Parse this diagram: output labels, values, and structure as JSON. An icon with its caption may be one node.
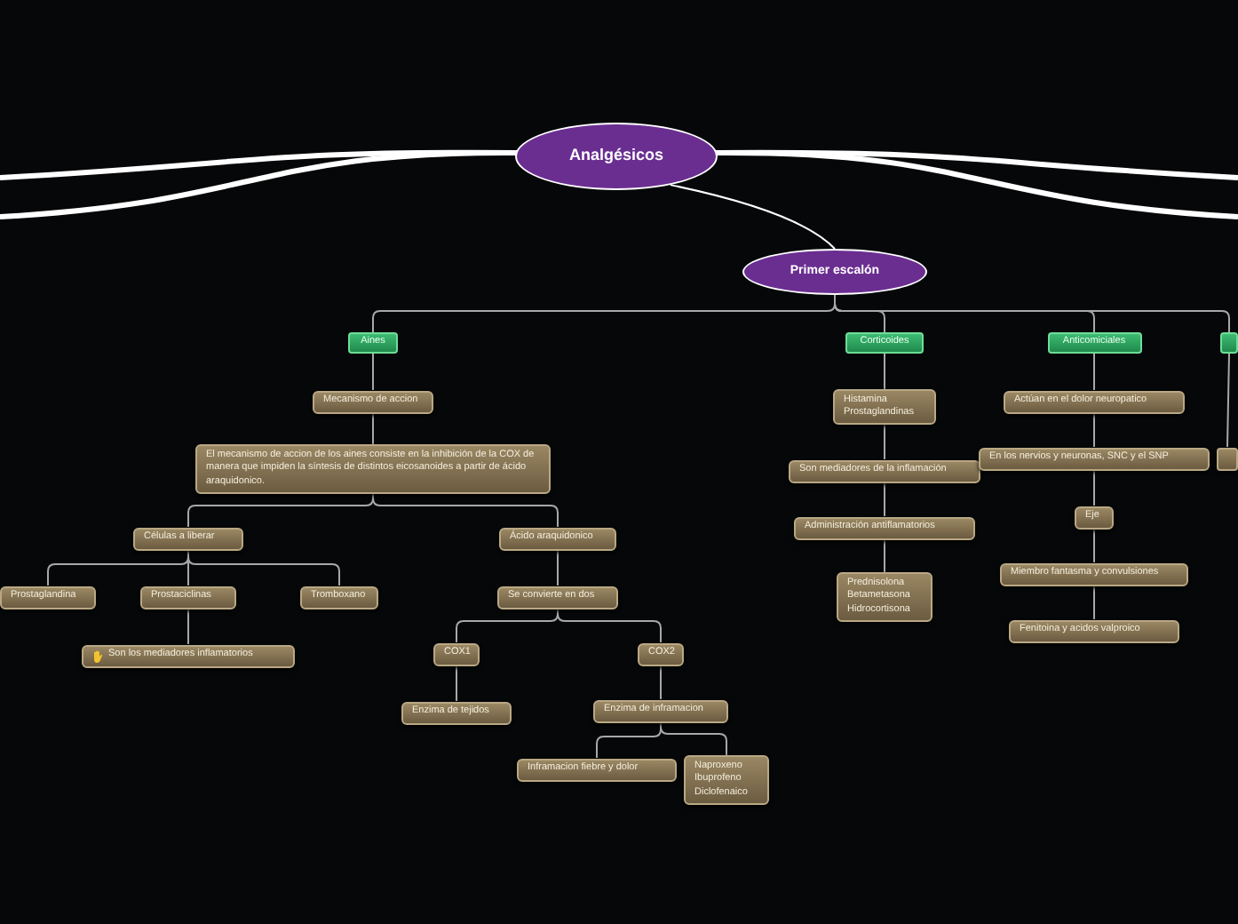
{
  "diagram": {
    "nodes": [
      {
        "text": [
          "Analgésicos"
        ]
      },
      {
        "text": [
          "Primer escalón"
        ]
      },
      {
        "text": [
          "Aines"
        ]
      },
      {
        "text": [
          "Corticoides"
        ]
      },
      {
        "text": [
          "Anticomiciales"
        ]
      },
      {
        "text": [],
        "shape": "box"
      },
      {
        "text": [
          "Mecanismo de accion"
        ]
      },
      {
        "text": [
          "El mecanismo de accion de los aines consiste en la inhibición de la COX de manera que impiden la síntesis de distintos eicosanoides a partir de ácido araquidonico."
        ]
      },
      {
        "text": [
          "Células a liberar"
        ]
      },
      {
        "text": [
          "Ácido araquidonico"
        ]
      },
      {
        "text": [
          "Prostaglandina"
        ]
      },
      {
        "text": [
          "Prostaciclinas"
        ]
      },
      {
        "text": [
          "Tromboxano"
        ]
      },
      {
        "text": [
          "Son los mediadores inflamatorios"
        ]
      },
      {
        "text": [
          "Se convierte en dos"
        ]
      },
      {
        "text": [
          "COX1"
        ]
      },
      {
        "text": [
          "COX2"
        ]
      },
      {
        "text": [
          "Enzima de tejidos"
        ]
      },
      {
        "text": [
          "Enzima de inframacion"
        ]
      },
      {
        "text": [
          "Inframacion fiebre y dolor"
        ]
      },
      {
        "text": [
          "Naproxeno Ibuprofeno Diclofenaico"
        ]
      },
      {
        "text": [
          "Histamina Prostaglandinas"
        ]
      },
      {
        "text": [
          "Son mediadores de la inflamación"
        ]
      },
      {
        "text": [
          "Administración antiflamatorios"
        ]
      },
      {
        "text": [
          "Prednisolona Betametasona Hidrocortisona"
        ]
      },
      {
        "text": [
          "Actúan en el dolor neuropatico"
        ]
      },
      {
        "text": [
          "En los nervios y neuronas, SNC y el SNP"
        ]
      },
      {
        "text": [
          "Eje"
        ]
      },
      {
        "text": [
          "Miembro fantasma y convulsiones"
        ]
      },
      {
        "text": [
          "Fenitoina y acidos valproico"
        ]
      },
      {
        "text": [],
        "shape": "box"
      }
    ],
    "edges": [
      {
        "from": 0,
        "to": 1,
        "arrow": "none",
        "color": "#ffffff"
      },
      {
        "from": 1,
        "to": 2,
        "arrow": "none"
      },
      {
        "from": 1,
        "to": 3,
        "arrow": "none"
      },
      {
        "from": 1,
        "to": 4,
        "arrow": "none"
      },
      {
        "from": 1,
        "to": 5,
        "arrow": "none"
      },
      {
        "from": 2,
        "to": 6,
        "arrow": "none"
      },
      {
        "from": 6,
        "to": 7,
        "arrow": "none"
      },
      {
        "from": 7,
        "to": 8,
        "arrow": "none"
      },
      {
        "from": 7,
        "to": 9,
        "arrow": "none"
      },
      {
        "from": 8,
        "to": 10,
        "arrow": "none"
      },
      {
        "from": 8,
        "to": 11,
        "arrow": "none"
      },
      {
        "from": 8,
        "to": 12,
        "arrow": "none"
      },
      {
        "from": 11,
        "to": 13,
        "arrow": "none"
      },
      {
        "from": 9,
        "to": 14,
        "arrow": "none"
      },
      {
        "from": 14,
        "to": 15,
        "arrow": "none"
      },
      {
        "from": 14,
        "to": 16,
        "arrow": "none"
      },
      {
        "from": 15,
        "to": 17,
        "arrow": "none"
      },
      {
        "from": 16,
        "to": 18,
        "arrow": "none"
      },
      {
        "from": 18,
        "to": 19,
        "arrow": "none"
      },
      {
        "from": 18,
        "to": 20,
        "arrow": "none"
      },
      {
        "from": 3,
        "to": 21,
        "arrow": "none"
      },
      {
        "from": 21,
        "to": 22,
        "arrow": "none"
      },
      {
        "from": 22,
        "to": 23,
        "arrow": "none"
      },
      {
        "from": 23,
        "to": 24,
        "arrow": "none"
      },
      {
        "from": 4,
        "to": 25,
        "arrow": "none"
      },
      {
        "from": 25,
        "to": 26,
        "arrow": "none"
      },
      {
        "from": 26,
        "to": 27,
        "arrow": "none"
      },
      {
        "from": 27,
        "to": 28,
        "arrow": "none"
      },
      {
        "from": 28,
        "to": 29,
        "arrow": "none"
      },
      {
        "from": 5,
        "to": 30,
        "arrow": "none"
      },
      {
        "from": 0,
        "to": null,
        "arrow": "none",
        "style": "thick",
        "color": "#ffffff"
      },
      {
        "from": 0,
        "to": null,
        "arrow": "none",
        "style": "thick",
        "color": "#ffffff"
      },
      {
        "from": 0,
        "to": null,
        "arrow": "none",
        "style": "thick",
        "color": "#ffffff"
      },
      {
        "from": 0,
        "to": null,
        "arrow": "none",
        "style": "thick",
        "color": "#ffffff"
      }
    ]
  }
}
